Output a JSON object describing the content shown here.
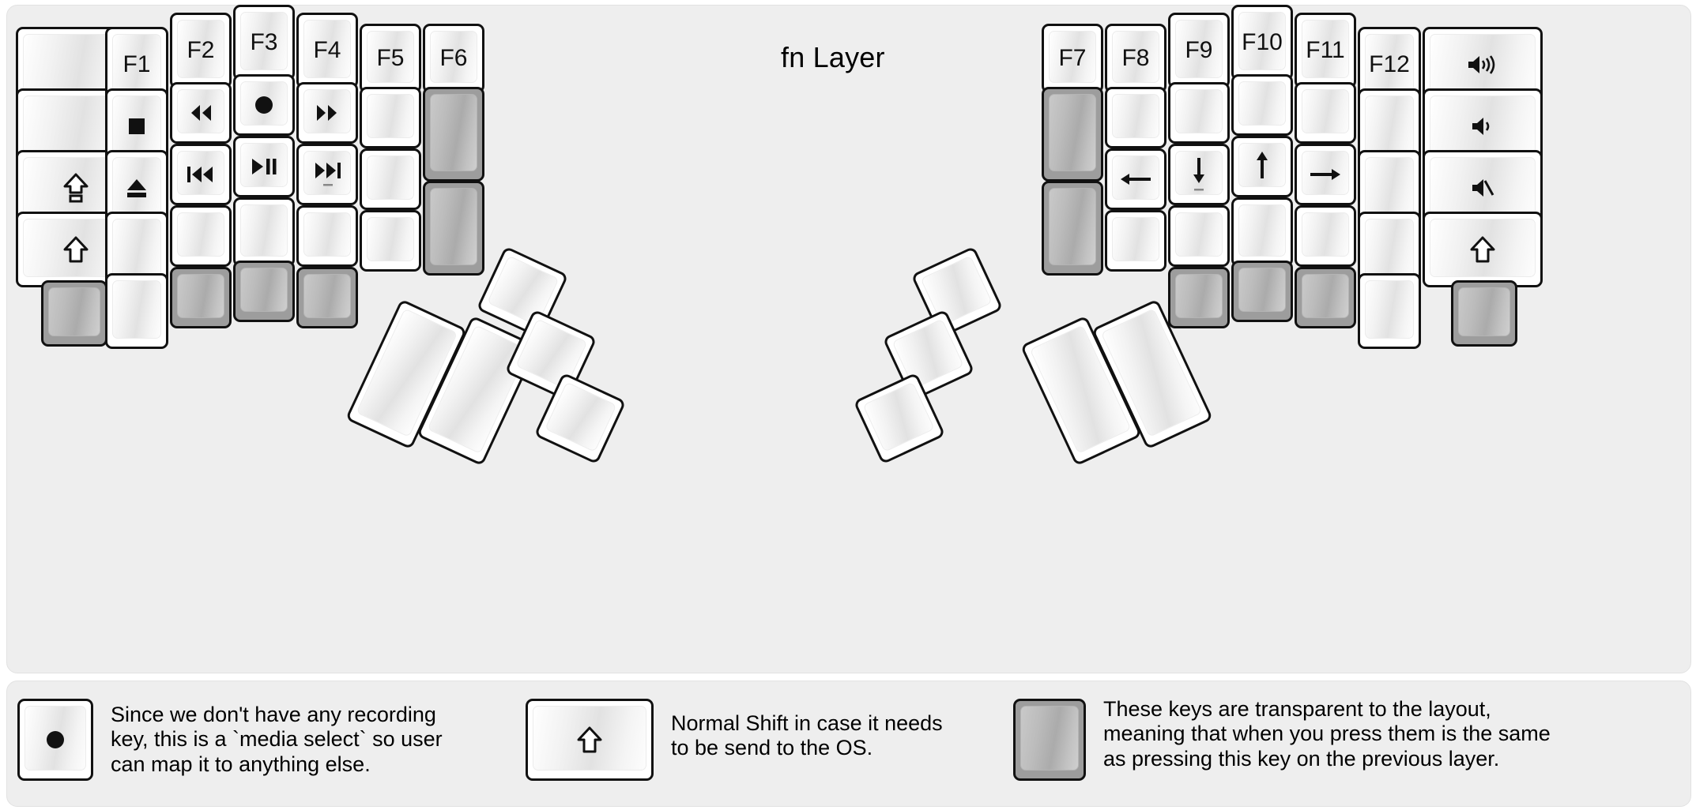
{
  "title": "fn Layer",
  "colors": {
    "panel_bg": "#eeeeee",
    "key_face": "#ffffff",
    "key_border": "#111111",
    "transparent_key": "#9d9d9d",
    "text": "#000000"
  },
  "keyboard": {
    "name": "split-ergonomic-keyboard",
    "left_half": {
      "columns": [
        {
          "name": "col-pinky-outer",
          "keys": [
            {
              "label": "",
              "icon": "",
              "transparent": false
            },
            {
              "label": "",
              "icon": "",
              "transparent": false
            },
            {
              "label": "",
              "icon": "caps-lock-icon",
              "transparent": false
            },
            {
              "label": "",
              "icon": "shift-icon",
              "transparent": false
            },
            {
              "label": "",
              "icon": "",
              "transparent": true
            }
          ]
        },
        {
          "name": "col-pinky",
          "keys": [
            {
              "label": "F1",
              "icon": "",
              "transparent": false
            },
            {
              "label": "",
              "icon": "media-stop-icon",
              "transparent": false
            },
            {
              "label": "",
              "icon": "eject-icon",
              "transparent": false
            },
            {
              "label": "",
              "icon": "",
              "transparent": false
            },
            {
              "label": "",
              "icon": "",
              "transparent": false
            }
          ]
        },
        {
          "name": "col-ring",
          "keys": [
            {
              "label": "F2",
              "icon": "",
              "transparent": false
            },
            {
              "label": "",
              "icon": "rewind-icon",
              "transparent": false
            },
            {
              "label": "",
              "icon": "previous-track-icon",
              "transparent": false
            },
            {
              "label": "",
              "icon": "",
              "transparent": false
            },
            {
              "label": "",
              "icon": "",
              "transparent": true
            }
          ]
        },
        {
          "name": "col-middle",
          "keys": [
            {
              "label": "F3",
              "icon": "",
              "transparent": false
            },
            {
              "label": "",
              "icon": "record-icon",
              "transparent": false
            },
            {
              "label": "",
              "icon": "play-pause-icon",
              "transparent": false
            },
            {
              "label": "",
              "icon": "",
              "transparent": false
            },
            {
              "label": "",
              "icon": "",
              "transparent": true
            }
          ]
        },
        {
          "name": "col-index",
          "keys": [
            {
              "label": "F4",
              "icon": "",
              "transparent": false
            },
            {
              "label": "",
              "icon": "fast-forward-icon",
              "transparent": false
            },
            {
              "label": "",
              "icon": "next-track-icon",
              "transparent": false
            },
            {
              "label": "",
              "icon": "",
              "transparent": false
            },
            {
              "label": "",
              "icon": "",
              "transparent": true
            }
          ]
        },
        {
          "name": "col-index-inner",
          "keys": [
            {
              "label": "F5",
              "icon": "",
              "transparent": false
            },
            {
              "label": "",
              "icon": "",
              "transparent": false
            },
            {
              "label": "",
              "icon": "",
              "transparent": false
            },
            {
              "label": "",
              "icon": "",
              "transparent": false
            }
          ]
        },
        {
          "name": "col-inner",
          "keys": [
            {
              "label": "F6",
              "icon": "",
              "transparent": false
            },
            {
              "label": "",
              "icon": "",
              "transparent": true
            },
            {
              "label": "",
              "icon": "",
              "transparent": true
            }
          ]
        }
      ],
      "thumb_cluster": [
        {
          "name": "thumb-big-1",
          "label": "",
          "icon": "",
          "transparent": false
        },
        {
          "name": "thumb-big-2",
          "label": "",
          "icon": "",
          "transparent": false
        },
        {
          "name": "thumb-small-top",
          "label": "",
          "icon": "",
          "transparent": false
        },
        {
          "name": "thumb-small-mid",
          "label": "",
          "icon": "",
          "transparent": false
        },
        {
          "name": "thumb-small-bottom",
          "label": "",
          "icon": "",
          "transparent": false
        }
      ]
    },
    "right_half": {
      "columns": [
        {
          "name": "col-inner",
          "keys": [
            {
              "label": "F7",
              "icon": "",
              "transparent": false
            },
            {
              "label": "",
              "icon": "",
              "transparent": true
            },
            {
              "label": "",
              "icon": "",
              "transparent": true
            }
          ]
        },
        {
          "name": "col-index-inner",
          "keys": [
            {
              "label": "F8",
              "icon": "",
              "transparent": false
            },
            {
              "label": "",
              "icon": "",
              "transparent": false
            },
            {
              "label": "",
              "icon": "arrow-left-icon",
              "transparent": false
            },
            {
              "label": "",
              "icon": "",
              "transparent": false
            }
          ]
        },
        {
          "name": "col-index",
          "keys": [
            {
              "label": "F9",
              "icon": "",
              "transparent": false
            },
            {
              "label": "",
              "icon": "",
              "transparent": false
            },
            {
              "label": "",
              "icon": "arrow-down-icon",
              "transparent": false
            },
            {
              "label": "",
              "icon": "",
              "transparent": false
            },
            {
              "label": "",
              "icon": "",
              "transparent": true
            }
          ]
        },
        {
          "name": "col-middle",
          "keys": [
            {
              "label": "F10",
              "icon": "",
              "transparent": false
            },
            {
              "label": "",
              "icon": "",
              "transparent": false
            },
            {
              "label": "",
              "icon": "arrow-up-icon",
              "transparent": false
            },
            {
              "label": "",
              "icon": "",
              "transparent": false
            },
            {
              "label": "",
              "icon": "",
              "transparent": true
            }
          ]
        },
        {
          "name": "col-ring",
          "keys": [
            {
              "label": "F11",
              "icon": "",
              "transparent": false
            },
            {
              "label": "",
              "icon": "",
              "transparent": false
            },
            {
              "label": "",
              "icon": "arrow-right-icon",
              "transparent": false
            },
            {
              "label": "",
              "icon": "",
              "transparent": false
            },
            {
              "label": "",
              "icon": "",
              "transparent": true
            }
          ]
        },
        {
          "name": "col-pinky",
          "keys": [
            {
              "label": "F12",
              "icon": "",
              "transparent": false
            },
            {
              "label": "",
              "icon": "",
              "transparent": false
            },
            {
              "label": "",
              "icon": "",
              "transparent": false
            },
            {
              "label": "",
              "icon": "",
              "transparent": false
            },
            {
              "label": "",
              "icon": "",
              "transparent": false
            }
          ]
        },
        {
          "name": "col-pinky-outer",
          "keys": [
            {
              "label": "",
              "icon": "volume-up-icon",
              "transparent": false
            },
            {
              "label": "",
              "icon": "volume-down-icon",
              "transparent": false
            },
            {
              "label": "",
              "icon": "volume-mute-icon",
              "transparent": false
            },
            {
              "label": "",
              "icon": "shift-icon",
              "transparent": false
            },
            {
              "label": "",
              "icon": "",
              "transparent": true
            }
          ]
        }
      ],
      "thumb_cluster": [
        {
          "name": "thumb-big-1",
          "label": "",
          "icon": "",
          "transparent": false
        },
        {
          "name": "thumb-big-2",
          "label": "",
          "icon": "",
          "transparent": false
        },
        {
          "name": "thumb-small-top",
          "label": "",
          "icon": "",
          "transparent": false
        },
        {
          "name": "thumb-small-mid",
          "label": "",
          "icon": "",
          "transparent": false
        },
        {
          "name": "thumb-small-bottom",
          "label": "",
          "icon": "",
          "transparent": false
        }
      ]
    }
  },
  "legend": [
    {
      "key_icon": "record-icon",
      "key_transparent": false,
      "text": "Since we don't have any recording\nkey, this is a `media select` so user\ncan map it to anything else."
    },
    {
      "key_icon": "shift-icon",
      "key_transparent": false,
      "text": "Normal Shift in case it needs\nto be send to the OS."
    },
    {
      "key_icon": "",
      "key_transparent": true,
      "text": "These keys are transparent to the layout,\nmeaning that when you press them is the same\nas pressing this key on the previous layer."
    }
  ]
}
